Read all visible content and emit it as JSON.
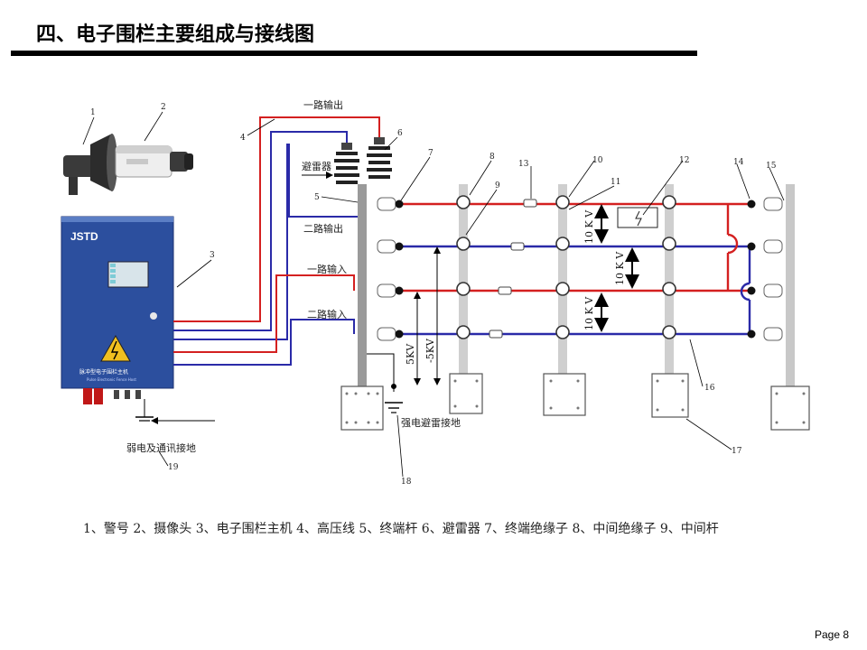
{
  "slide": {
    "title": "四、电子围栏主要组成与接线图",
    "page": "Page 8"
  },
  "host": {
    "brand": "JSTD",
    "panel_label": "脉冲型电子围栏主机",
    "panel_label_en": "Pulse Electronic Fence Host"
  },
  "diagram_labels": {
    "line_out_1": "一路输出",
    "line_out_2": "二路输出",
    "line_in_1": "一路输入",
    "line_in_2": "二路输入",
    "arrester": "避雷器",
    "strong_ground": "强电避雷接地",
    "weak_ground": "弱电及通讯接地"
  },
  "voltage_labels": {
    "left_5kv": "5KV",
    "left_neg5kv": "-5KV",
    "mid_10kv_a": "10 K V",
    "mid_10kv_b": "10 K V",
    "right_10kv": "10 K V"
  },
  "callouts": [
    "1",
    "2",
    "3",
    "4",
    "5",
    "6",
    "7",
    "8",
    "9",
    "10",
    "11",
    "12",
    "13",
    "14",
    "15",
    "16",
    "17",
    "18",
    "19"
  ],
  "legend": "1、警号  2、摄像头  3、电子围栏主机  4、高压线  5、终端杆  6、避雷器  7、终端绝缘子  8、中间绝缘子  9、中间杆",
  "colors": {
    "red_wire": "#d42020",
    "blue_wire": "#2a2aa8",
    "host_blue": "#2c4f9e",
    "pole_gray": "#9a9a9a"
  }
}
